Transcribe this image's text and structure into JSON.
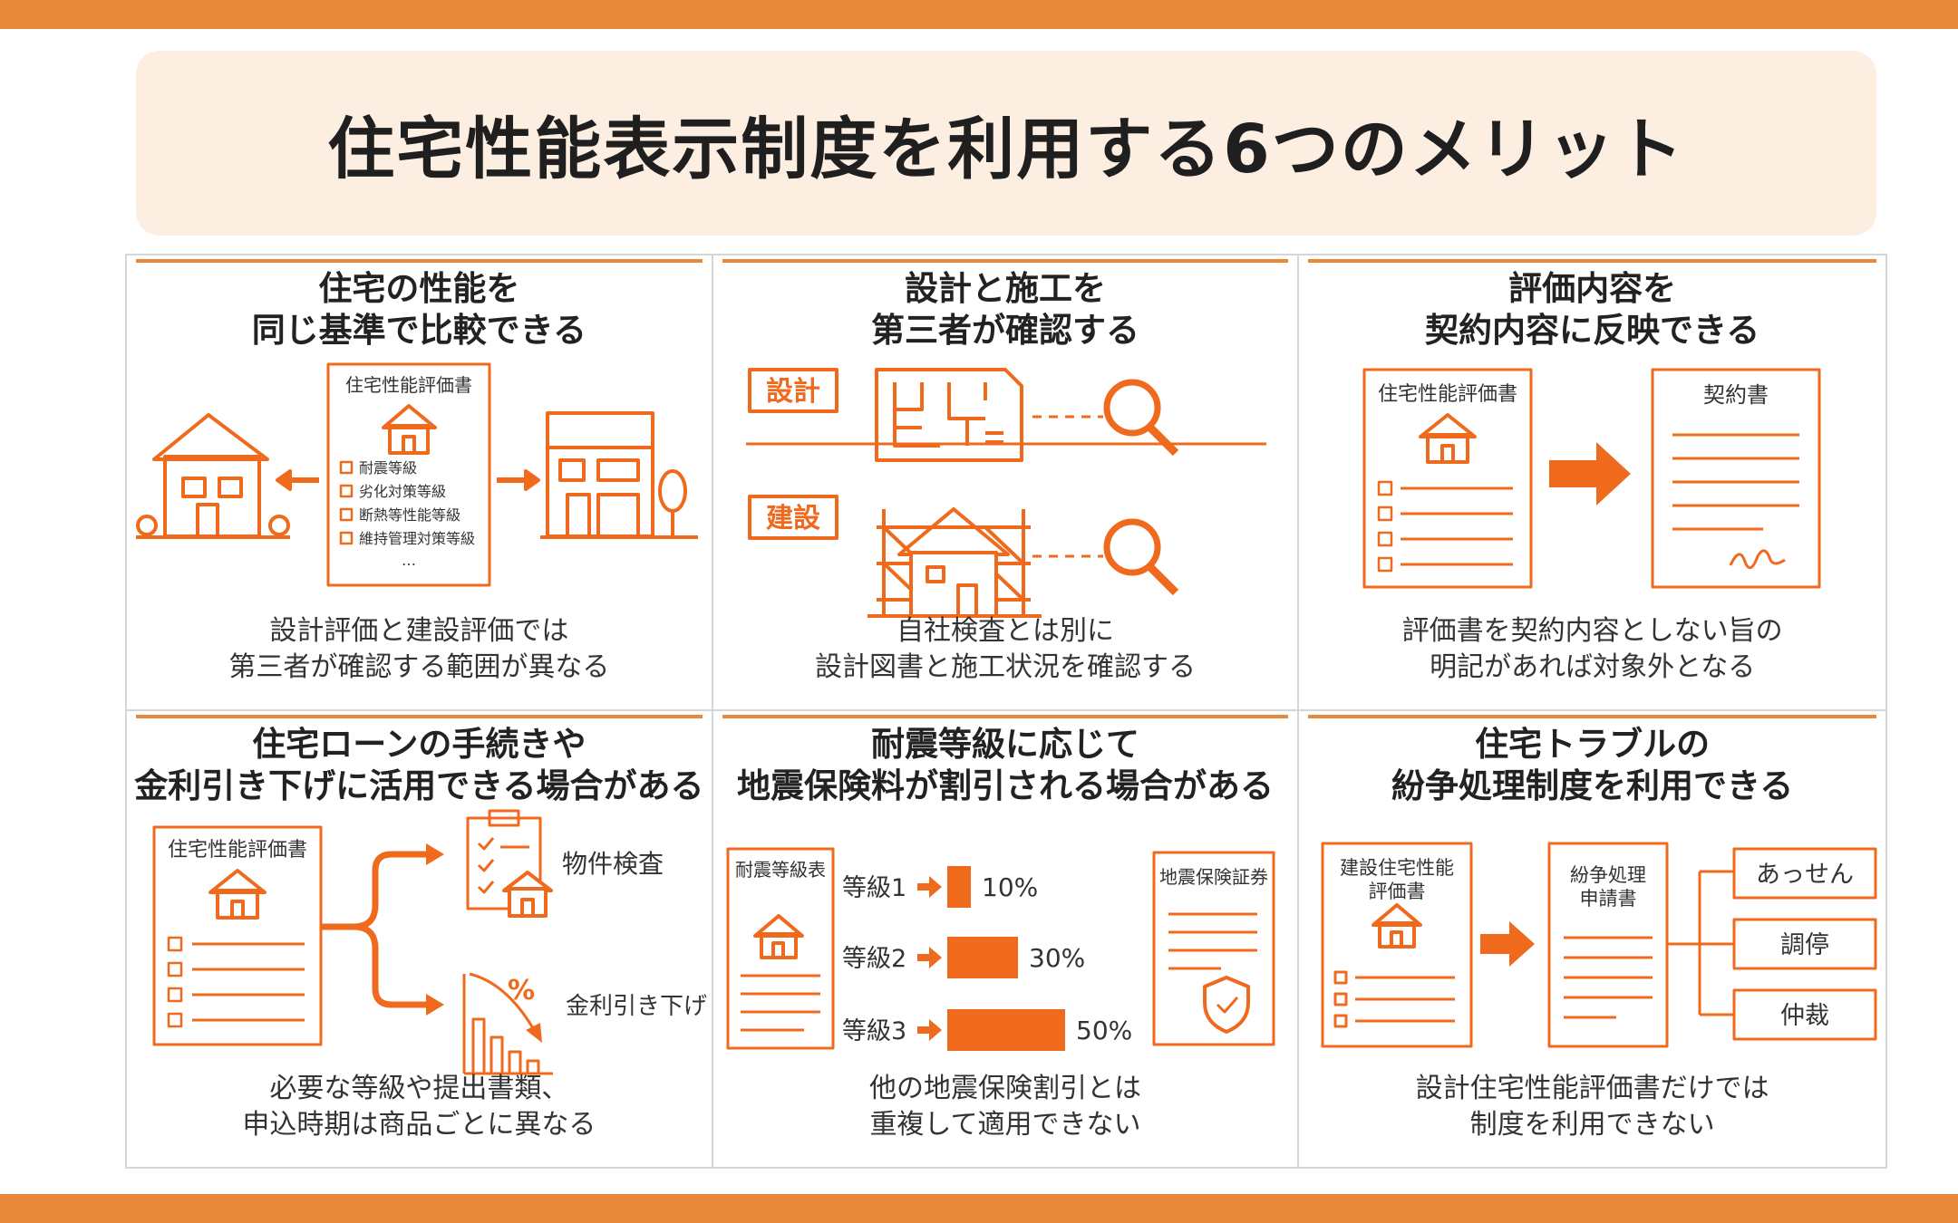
{
  "page_title": "住宅性能表示制度を利用する6つのメリット",
  "colors": {
    "accent": "#E8883A",
    "orange": "#F06A1E",
    "title_bg": "#FDEEE2"
  },
  "cards": [
    {
      "title_line1": "住宅の性能を",
      "title_line2": "同じ基準で比較できる",
      "doc_title": "住宅性能評価書",
      "checklist": [
        "耐震等級",
        "劣化対策等級",
        "断熱等性能等級",
        "維持管理対策等級"
      ],
      "ellipsis": "…",
      "note_line1": "設計評価と建設評価では",
      "note_line2": "第三者が確認する範囲が異なる"
    },
    {
      "title_line1": "設計と施工を",
      "title_line2": "第三者が確認する",
      "label_design": "設計",
      "label_build": "建設",
      "note_line1": "自社検査とは別に",
      "note_line2": "設計図書と施工状況を確認する"
    },
    {
      "title_line1": "評価内容を",
      "title_line2": "契約内容に反映できる",
      "doc_title": "住宅性能評価書",
      "contract_title": "契約書",
      "note_line1": "評価書を契約内容としない旨の",
      "note_line2": "明記があれば対象外となる"
    },
    {
      "title_line1": "住宅ローンの手続きや",
      "title_line2": "金利引き下げに活用できる場合がある",
      "doc_title": "住宅性能評価書",
      "branch_inspection": "物件検査",
      "branch_rate": "金利引き下げ",
      "percent_sign": "%",
      "note_line1": "必要な等級や提出書類、",
      "note_line2": "申込時期は商品ごとに異なる"
    },
    {
      "title_line1": "耐震等級に応じて",
      "title_line2": "地震保険料が割引される場合がある",
      "table_title": "耐震等級表",
      "certificate_title": "地震保険証券",
      "grades": [
        {
          "label": "等級1",
          "percent_label": "10%",
          "value": 10
        },
        {
          "label": "等級2",
          "percent_label": "30%",
          "value": 30
        },
        {
          "label": "等級3",
          "percent_label": "50%",
          "value": 50
        }
      ],
      "note_line1": "他の地震保険割引とは",
      "note_line2": "重複して適用できない"
    },
    {
      "title_line1": "住宅トラブルの",
      "title_line2": "紛争処理制度を利用できる",
      "doc_title_line1": "建設住宅性能",
      "doc_title_line2": "評価書",
      "form_title_line1": "紛争処理",
      "form_title_line2": "申請書",
      "options": [
        "あっせん",
        "調停",
        "仲裁"
      ],
      "note_line1": "設計住宅性能評価書だけでは",
      "note_line2": "制度を利用できない"
    }
  ]
}
